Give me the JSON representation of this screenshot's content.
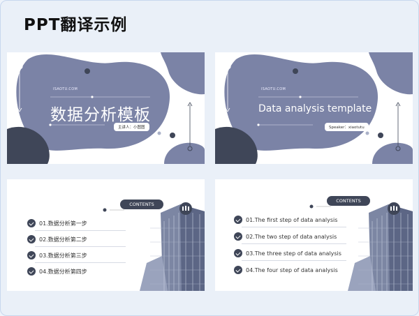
{
  "page": {
    "title": "PPT翻译示例"
  },
  "slides": [
    {
      "brand": "ISAOTU.COM",
      "title": "数据分析模板",
      "speaker": "主讲人：小图图"
    },
    {
      "brand": "ISAOTU.COM",
      "title": "Data analysis template",
      "speaker": "Speaker：xiaotutu"
    },
    {
      "contents_label": "CONTENTS",
      "items": [
        "01.数据分析第一步",
        "02.数据分析第二步",
        "03.数据分析第三步",
        "04.数据分析第四步"
      ]
    },
    {
      "contents_label": "CONTENTS",
      "items": [
        "01.The first step of data analysis",
        "02.The two step of data analysis",
        "03.The three step of data analysis",
        "04.The four step of data analysis"
      ]
    }
  ],
  "colors": {
    "accent": "#7b83a6",
    "dark": "#3f4658",
    "light": "#aab1c8"
  }
}
